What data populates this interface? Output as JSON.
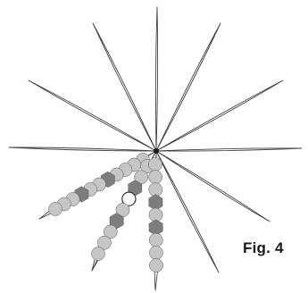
{
  "figure": {
    "caption": "Fig. 4"
  },
  "colors": {
    "background": "#ffffff",
    "wire": "#444444",
    "bead_light": "#c6c6c6",
    "bead_dark": "#7d7d7d",
    "bead_white": "#ffffff",
    "bead_outline": "#5a5a5a",
    "center_knot": "#1a1a1a"
  },
  "beaded_strands": [
    {
      "name": "left-strand",
      "beads": [
        "round-light",
        "round-light",
        "round-light",
        "round-light",
        "hex-dark",
        "round-light",
        "round-light",
        "hex-dark",
        "round-light",
        "round-light",
        "round-light"
      ]
    },
    {
      "name": "middle-strand",
      "beads": [
        "round-light",
        "round-light",
        "hex-dark",
        "round-white",
        "round-light",
        "hex-dark",
        "round-light",
        "round-light",
        "round-light"
      ]
    },
    {
      "name": "right-strand",
      "beads": [
        "round-light",
        "round-light",
        "round-light",
        "hex-dark",
        "round-light",
        "hex-dark",
        "round-light",
        "round-light",
        "round-light"
      ]
    }
  ]
}
